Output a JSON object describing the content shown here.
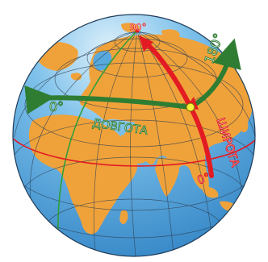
{
  "labels": {
    "north_pole": "90°",
    "longitude_start": "0°",
    "longitude_end": "180°",
    "longitude_word": "ДОВГОТА",
    "latitude_word": "ШИРОТА",
    "latitude_start": "0°"
  },
  "colors": {
    "ocean": "#58a9dd",
    "land": "#f0a23a",
    "grid": "#2c3e50",
    "longitude_arrow": "#2e7d32",
    "latitude_arrow": "#e31b23",
    "equator": "#e31b23",
    "prime_meridian": "#2e9e3a",
    "point": "#f4ef3a"
  }
}
